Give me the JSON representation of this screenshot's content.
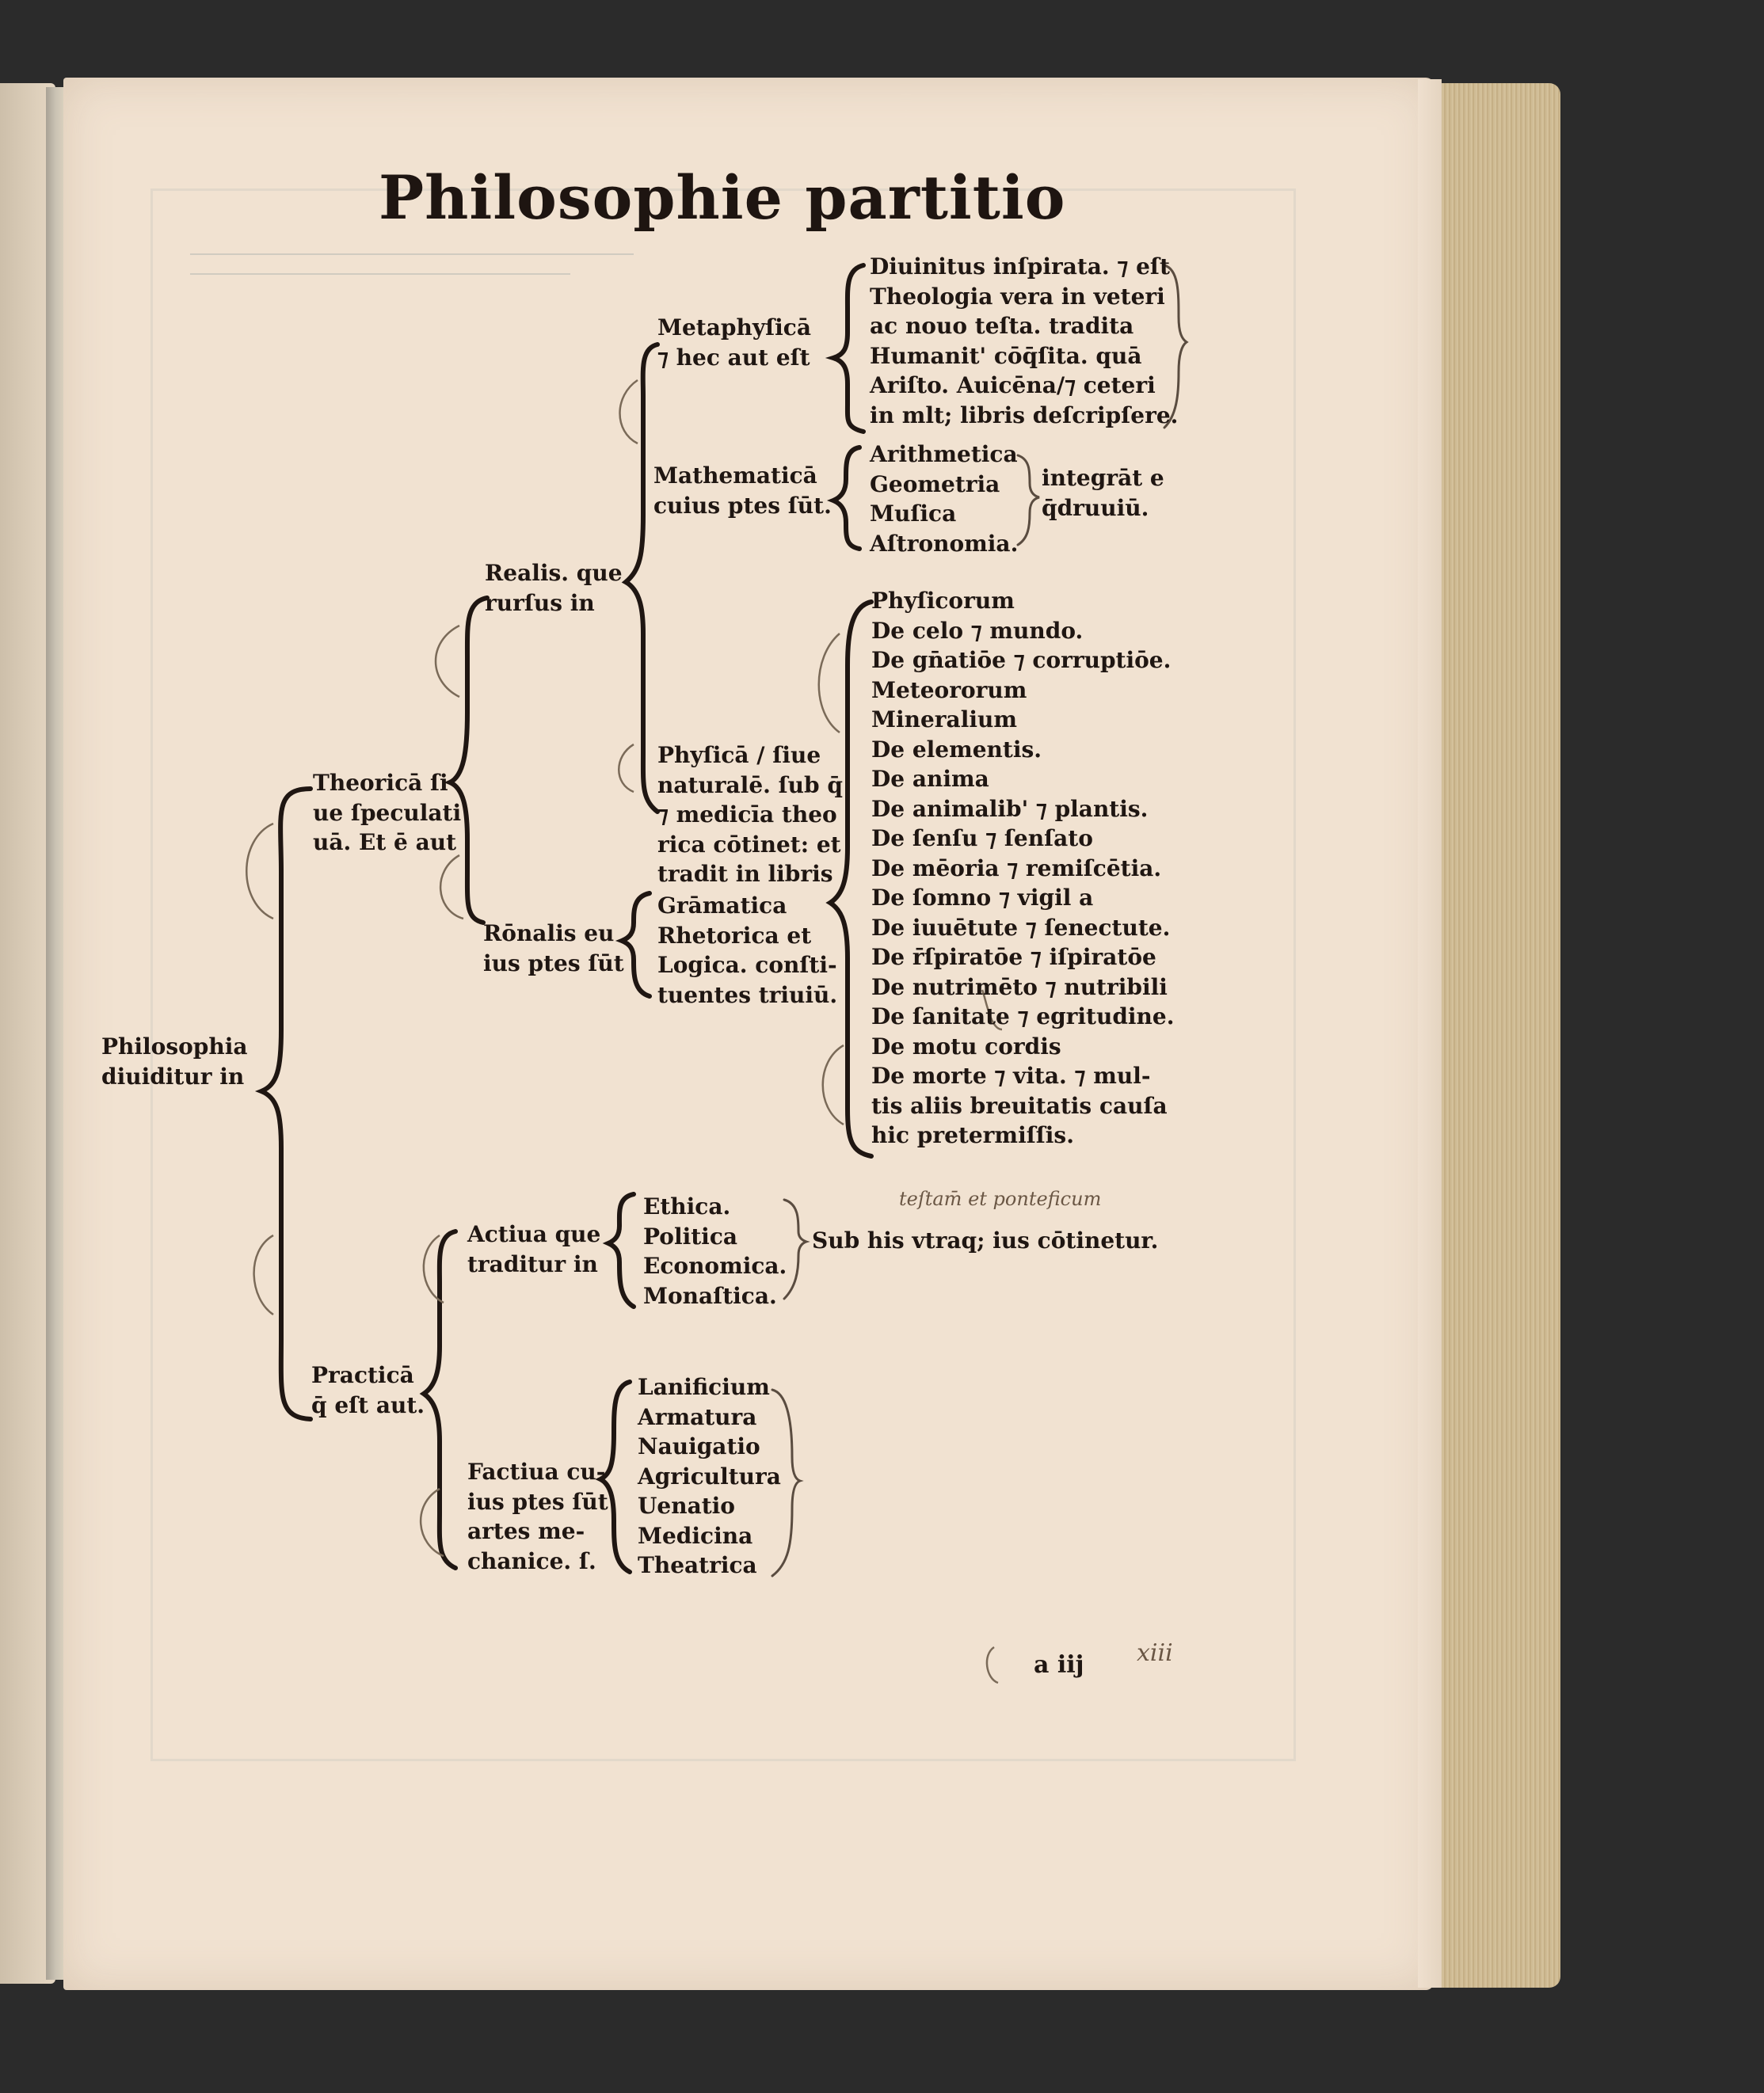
{
  "title": "Philosophie partitio",
  "root": [
    "Philosophia",
    "diuiditur in"
  ],
  "theorica": [
    "Theoricā ſi",
    "ue ſpeculati",
    "uā. Et ē aut"
  ],
  "practica": [
    "Practicā",
    "q̄ eſt aut."
  ],
  "realis": [
    "Realis. que",
    "rurſus in"
  ],
  "rationalis": [
    "Rōnalis eu",
    "ius ptes ſūt"
  ],
  "metaphysica": [
    "Metaphyſicā",
    "⁊ hec aut eſt"
  ],
  "metaphysica_parts": [
    "Diuinitus inſpirata. ⁊ eſt",
    "Theologia vera in veteri",
    "ac nouo teſta. tradita",
    "Humanit' cōq̄ſita. quā",
    "Ariſto. Auicēna/⁊ ceteri",
    "in mlt; libris deſcripſere."
  ],
  "mathematica": [
    "Mathematicā",
    "cuius ptes ſūt."
  ],
  "mathematica_parts": [
    "Arithmetica",
    "Geometria",
    "Muſica",
    "Aſtronomia."
  ],
  "quadrivium": [
    "integrāt e",
    "q̄druuiū."
  ],
  "physica": [
    "Phyſicā / ſiue",
    "naturalē. ſub q̄",
    "⁊ medicīa theo",
    "rica cōtinet: et",
    "tradit in libris"
  ],
  "physica_books": [
    "Phyſicorum",
    "De celo ⁊ mundo.",
    "De gn̄atiōe ⁊ corruptiōe.",
    "Meteororum",
    "Mineralium",
    "De elementis.",
    "De anima",
    "De animalib' ⁊ plantis.",
    "De ſenſu ⁊ ſenſato",
    "De mēoria ⁊ remiſcētia.",
    "De ſomno ⁊ vigil a",
    "De iuuētute ⁊ ſenectute.",
    "De r̄ſpiratōe ⁊ iſpiratōe",
    "De nutrimēto ⁊ nutribili",
    "De ſanitate ⁊ egritudine.",
    "De motu cordis",
    "De morte ⁊ vita. ⁊ mul-",
    "tis aliis breuitatis cauſa",
    "hic pretermiſſis."
  ],
  "trivium": [
    "Grāmatica",
    "Rhetorica et",
    "Logica. conſti-",
    "tuentes triuiū."
  ],
  "activa": [
    "Actiua que",
    "traditur in"
  ],
  "activa_parts": [
    "Ethica.",
    "Politica",
    "Economica.",
    "Monaſtica."
  ],
  "sub_his": "Sub his vtraq; ius cōtinetur.",
  "handwriting_1": "teſtam̄ et ponteficum",
  "factiva": [
    "Factiua cu-",
    "ius ptes ſūt",
    "artes me-",
    "chanice. ſ."
  ],
  "factiva_parts": [
    "Lanificium",
    "Armatura",
    "Nauigatio",
    "Agricultura",
    "Uenatio",
    "Medicina",
    "Theatrica"
  ],
  "signature_mark": "a iij",
  "handwriting_2": "xiii"
}
